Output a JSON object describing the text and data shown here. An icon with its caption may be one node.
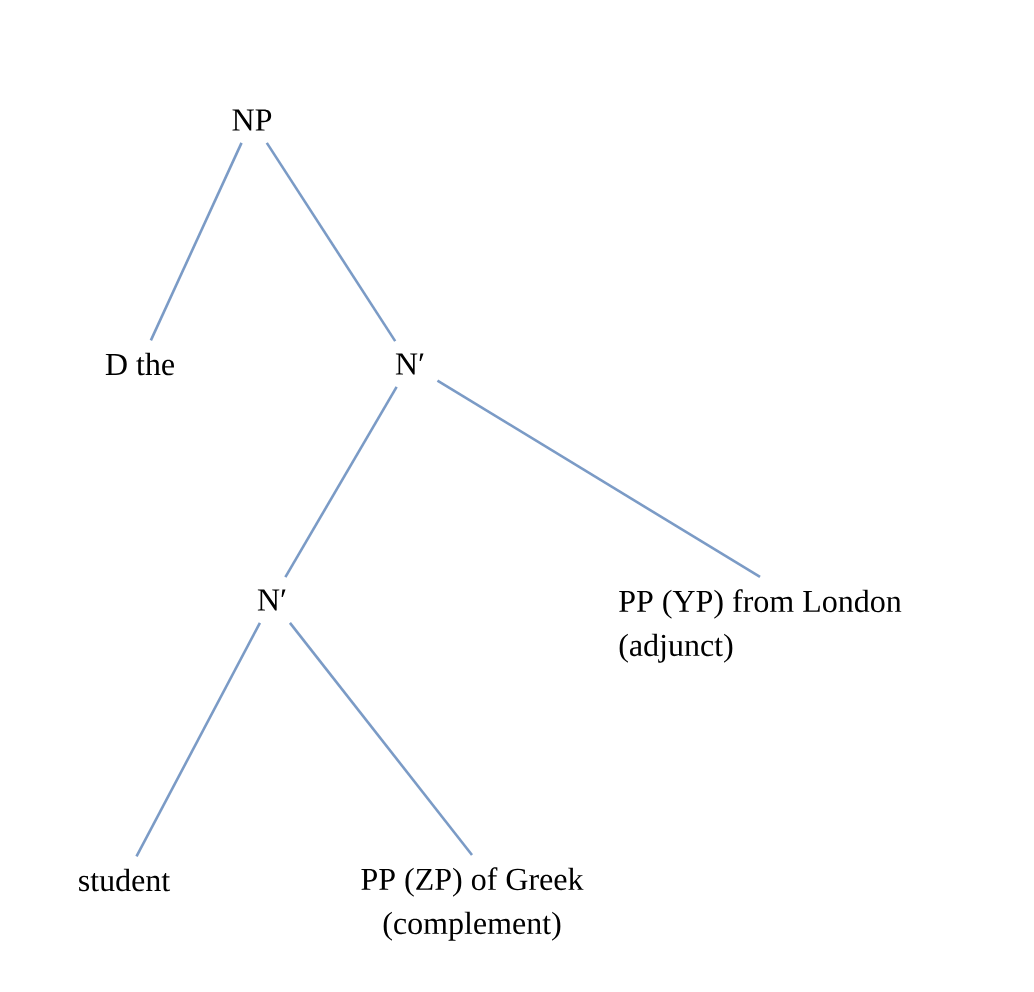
{
  "diagram": {
    "nodes": [
      {
        "text": [
          "NP"
        ]
      },
      {
        "text": [
          "D the"
        ]
      },
      {
        "text": [
          "N′"
        ]
      },
      {
        "text": [
          "N′"
        ]
      },
      {
        "text": [
          "PP (YP) from London",
          "(adjunct)"
        ]
      },
      {
        "text": [
          "student"
        ]
      },
      {
        "text": [
          "PP (ZP) of Greek",
          "(complement)"
        ]
      }
    ],
    "edges": [
      {
        "from": 0,
        "to": 1,
        "arrow": "none"
      },
      {
        "from": 0,
        "to": 2,
        "arrow": "none"
      },
      {
        "from": 2,
        "to": 3,
        "arrow": "none"
      },
      {
        "from": 2,
        "to": 4,
        "arrow": "none"
      },
      {
        "from": 3,
        "to": 5,
        "arrow": "none"
      },
      {
        "from": 3,
        "to": 6,
        "arrow": "none"
      }
    ]
  }
}
